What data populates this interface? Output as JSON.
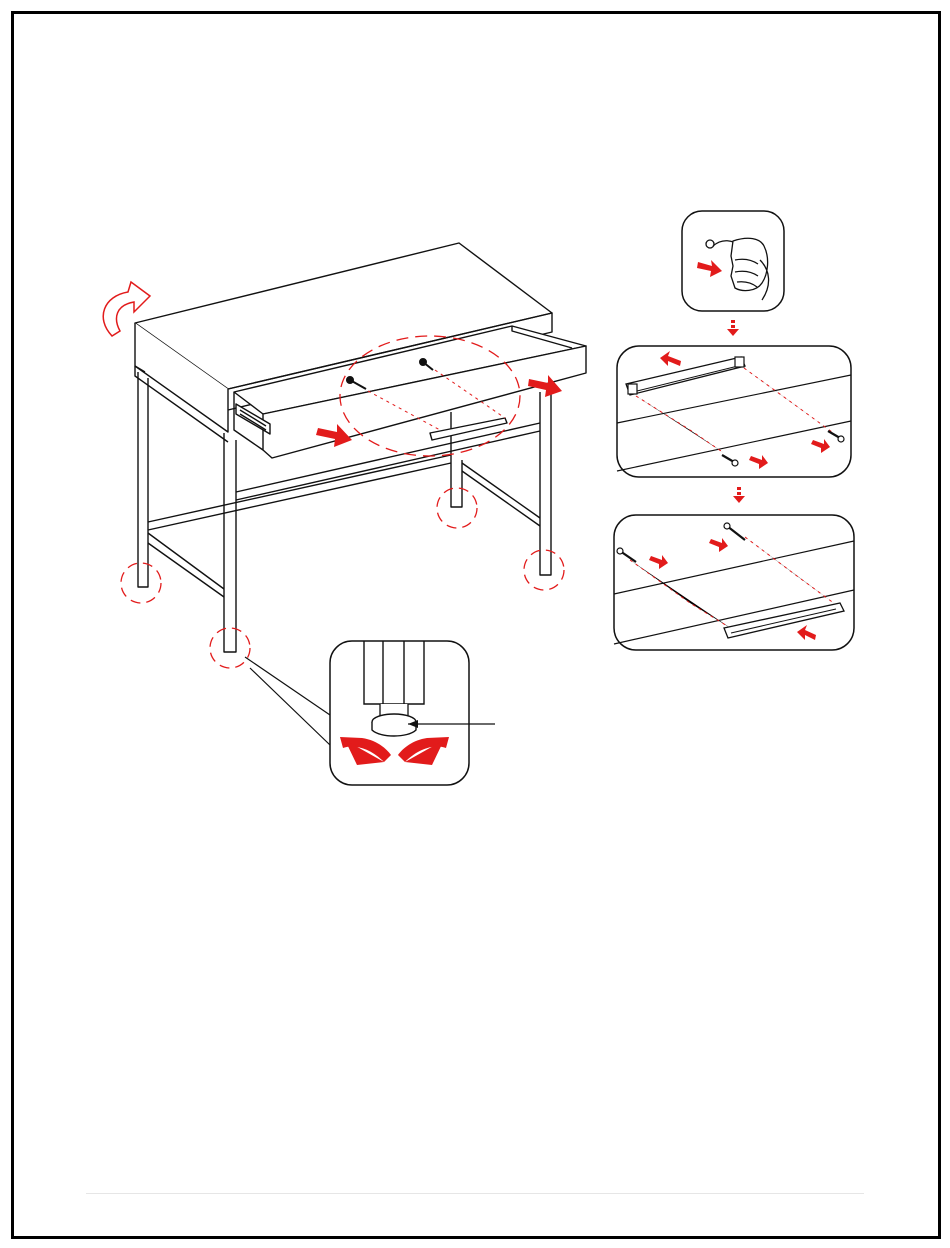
{
  "page": {
    "type": "assembly-instruction-step",
    "text": []
  },
  "colors": {
    "outline": "#111111",
    "accent": "#e21b1b",
    "background": "#ffffff",
    "rule": "#e6e6e6"
  },
  "panels": {
    "desk": {
      "icon": "flip-over-arrow-icon",
      "indicators": [
        "leg-leveler-circle",
        "leg-leveler-circle",
        "leg-leveler-circle",
        "leg-leveler-circle",
        "handle-zoom-circle"
      ]
    },
    "leveler_detail": {
      "icon": "rotate-both-ways-arrows-icon"
    },
    "step_hand_loosen": {
      "icon": "hand-screwdriver-icon"
    },
    "step_remove_handle": {
      "icon": "remove-handle-arrows-icon"
    },
    "step_attach_handle": {
      "icon": "attach-handle-arrows-icon"
    }
  }
}
